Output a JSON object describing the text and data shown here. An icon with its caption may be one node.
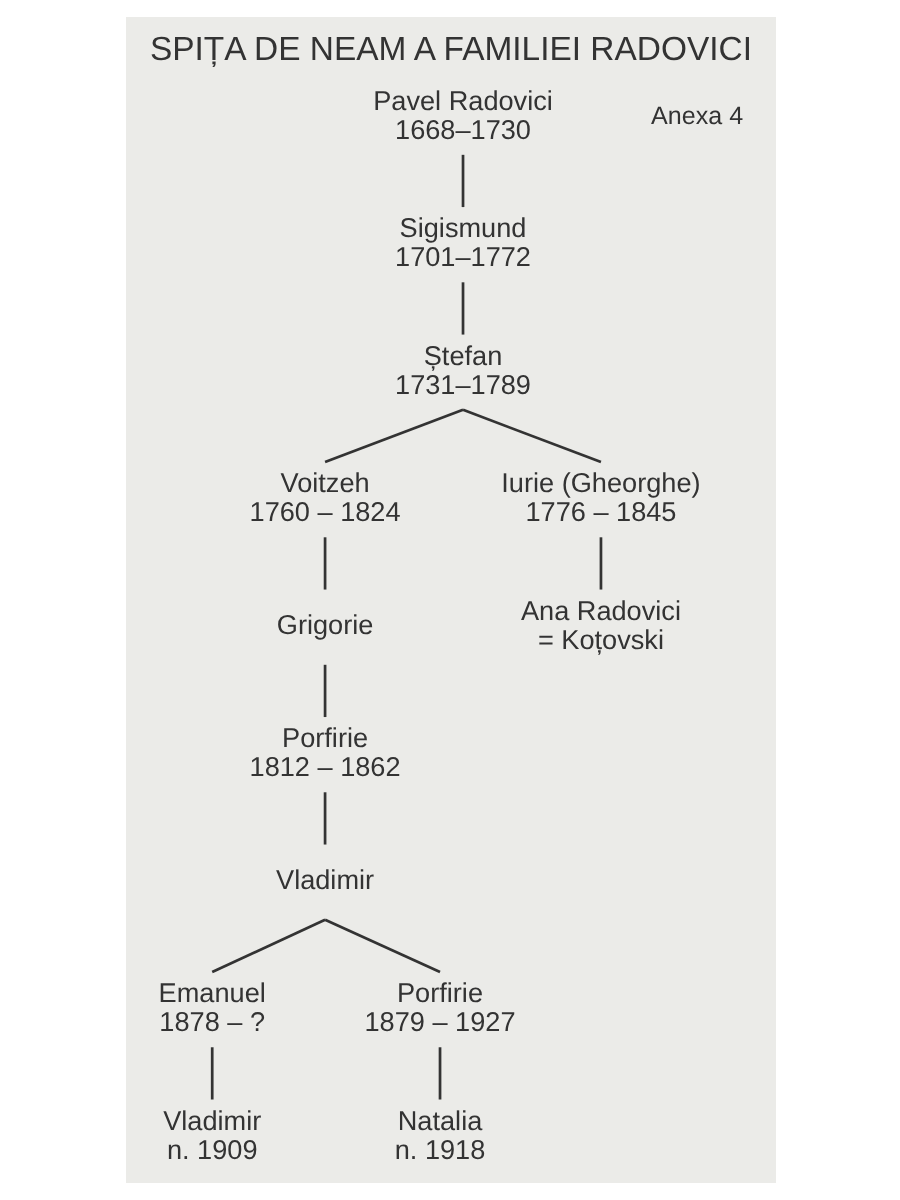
{
  "diagram": {
    "title": "SPIȚA DE NEAM A FAMILIEI RADOVICI",
    "nodes": [
      {
        "text": [
          "Pavel Radovici",
          "1668–1730"
        ]
      },
      {
        "text": [
          "Sigismund",
          "1701–1772"
        ]
      },
      {
        "text": [
          "Ștefan",
          "1731–1789"
        ]
      },
      {
        "text": [
          "Voitzeh",
          "1760 – 1824"
        ]
      },
      {
        "text": [
          "Iurie (Gheorghe)",
          "1776 – 1845"
        ]
      },
      {
        "text": [
          "Grigorie"
        ]
      },
      {
        "text": [
          "Ana Radovici",
          "= Koțovski"
        ]
      },
      {
        "text": [
          "Porfirie",
          "1812 – 1862"
        ]
      },
      {
        "text": [
          "Vladimir"
        ]
      },
      {
        "text": [
          "Emanuel",
          "1878 – ?"
        ]
      },
      {
        "text": [
          "Porfirie",
          "1879 – 1927"
        ]
      },
      {
        "text": [
          "Vladimir",
          "n. 1909"
        ]
      },
      {
        "text": [
          "Natalia",
          "n. 1918"
        ]
      }
    ],
    "edges": [
      {
        "from": 0,
        "to": 1,
        "arrow": "none"
      },
      {
        "from": 1,
        "to": 2,
        "arrow": "none"
      },
      {
        "from": 2,
        "to": 3,
        "arrow": "none"
      },
      {
        "from": 2,
        "to": 4,
        "arrow": "none"
      },
      {
        "from": 3,
        "to": 5,
        "arrow": "none"
      },
      {
        "from": 4,
        "to": 6,
        "arrow": "none"
      },
      {
        "from": 5,
        "to": 7,
        "arrow": "none"
      },
      {
        "from": 7,
        "to": 8,
        "arrow": "none"
      },
      {
        "from": 8,
        "to": 9,
        "arrow": "none"
      },
      {
        "from": 8,
        "to": 10,
        "arrow": "none"
      },
      {
        "from": 9,
        "to": 11,
        "arrow": "none"
      },
      {
        "from": 10,
        "to": 12,
        "arrow": "none"
      }
    ],
    "labels": [
      "Anexa 4"
    ]
  }
}
